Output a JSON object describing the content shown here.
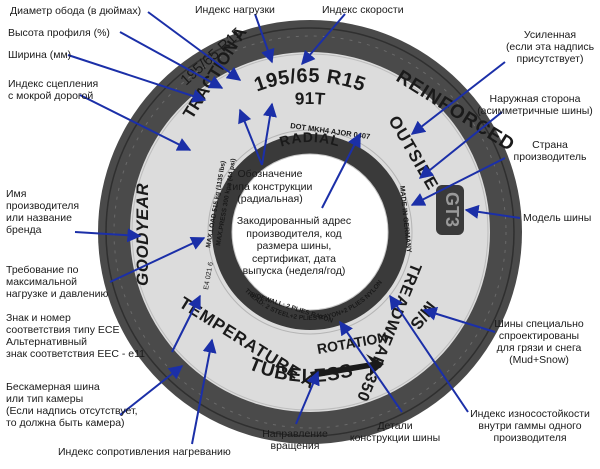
{
  "tire_text": {
    "size": "195/65 R15",
    "load_speed": "91T",
    "radial": "RADIAL",
    "reinforced": "REINFORCED",
    "outside": "OUTSIDE",
    "traction": "TRACTION A",
    "brand": "GOODYEAR",
    "model": "GT3",
    "country": "MADE IN GERMANY",
    "dot": "DOT MKH4 AJOR 0407",
    "treadwear": "TREADWEAR 350",
    "ms": "M/S",
    "rotation": "ROTATION",
    "temperature": "TEMPERATURE A",
    "tubeless": "TUBELESS",
    "maxload": "MAX.LOAD 515 kg (1135 lbs)",
    "maxpress": "MAX.PRESS 300 kpa (44 psi)",
    "tread_plies": "TREAD: 2 STEEL+2 PLIES RAYON+2 PLIES NYLON",
    "sidewall_plies": "SIDEWALL: 2 PLIES RAYON",
    "ece": "E4 021 6"
  },
  "labels": {
    "rim_diameter": "Диаметр обода (в дюймах)",
    "profile_height": "Высота профиля (%)",
    "width": "Ширина (мм)",
    "wet_grip": [
      "Индекс сцепления",
      "с мокрой дорогой"
    ],
    "load_index": "Индекс нагрузки",
    "speed_index": "Индекс скорости",
    "reinforced": [
      "Усиленная",
      "(если эта надпись",
      "присутствует)"
    ],
    "outer_side": [
      "Наружная сторона",
      "(асимметричные шины)"
    ],
    "country": [
      "Страна",
      "производитель"
    ],
    "construction_type": [
      "Обозначение",
      "типа конструкции",
      "(радиальная)"
    ],
    "encoded_address": [
      "Закодированный адрес",
      "производителя, код",
      "размера шины,",
      "сертификат, дата",
      "выпуска (неделя/год)"
    ],
    "brand": [
      "Имя",
      "производителя",
      "или название",
      "бренда"
    ],
    "model": "Модель шины",
    "max_load": [
      "Требование по",
      "максимальной",
      "нагрузке и давлению"
    ],
    "ece": [
      "Знак и номер",
      "соответствия типу ECE",
      "Альтернативный",
      "знак соответствия EEC - e11"
    ],
    "mud_snow": [
      "Шины специально",
      "спроектированы",
      "для грязи и снега",
      "(Mud+Snow)"
    ],
    "tubeless": [
      "Бескамерная шина",
      "или тип камеры",
      "(Если надпись отсутствует,",
      "то должна быть камера)"
    ],
    "treadwear": [
      "Индекс износостойкости",
      "внутри гаммы одного",
      "производителя"
    ],
    "heat_resistance": "Индекс сопротивления нагреванию",
    "rotation": [
      "Направление",
      "вращения"
    ],
    "construction_details": [
      "Детали",
      "конструкции шины"
    ]
  },
  "colors": {
    "tire": "#4a4a4a",
    "tire_dark": "#3a3a3a",
    "sidewall": "#dcdcdc",
    "arrow": "#1b2fa8"
  }
}
